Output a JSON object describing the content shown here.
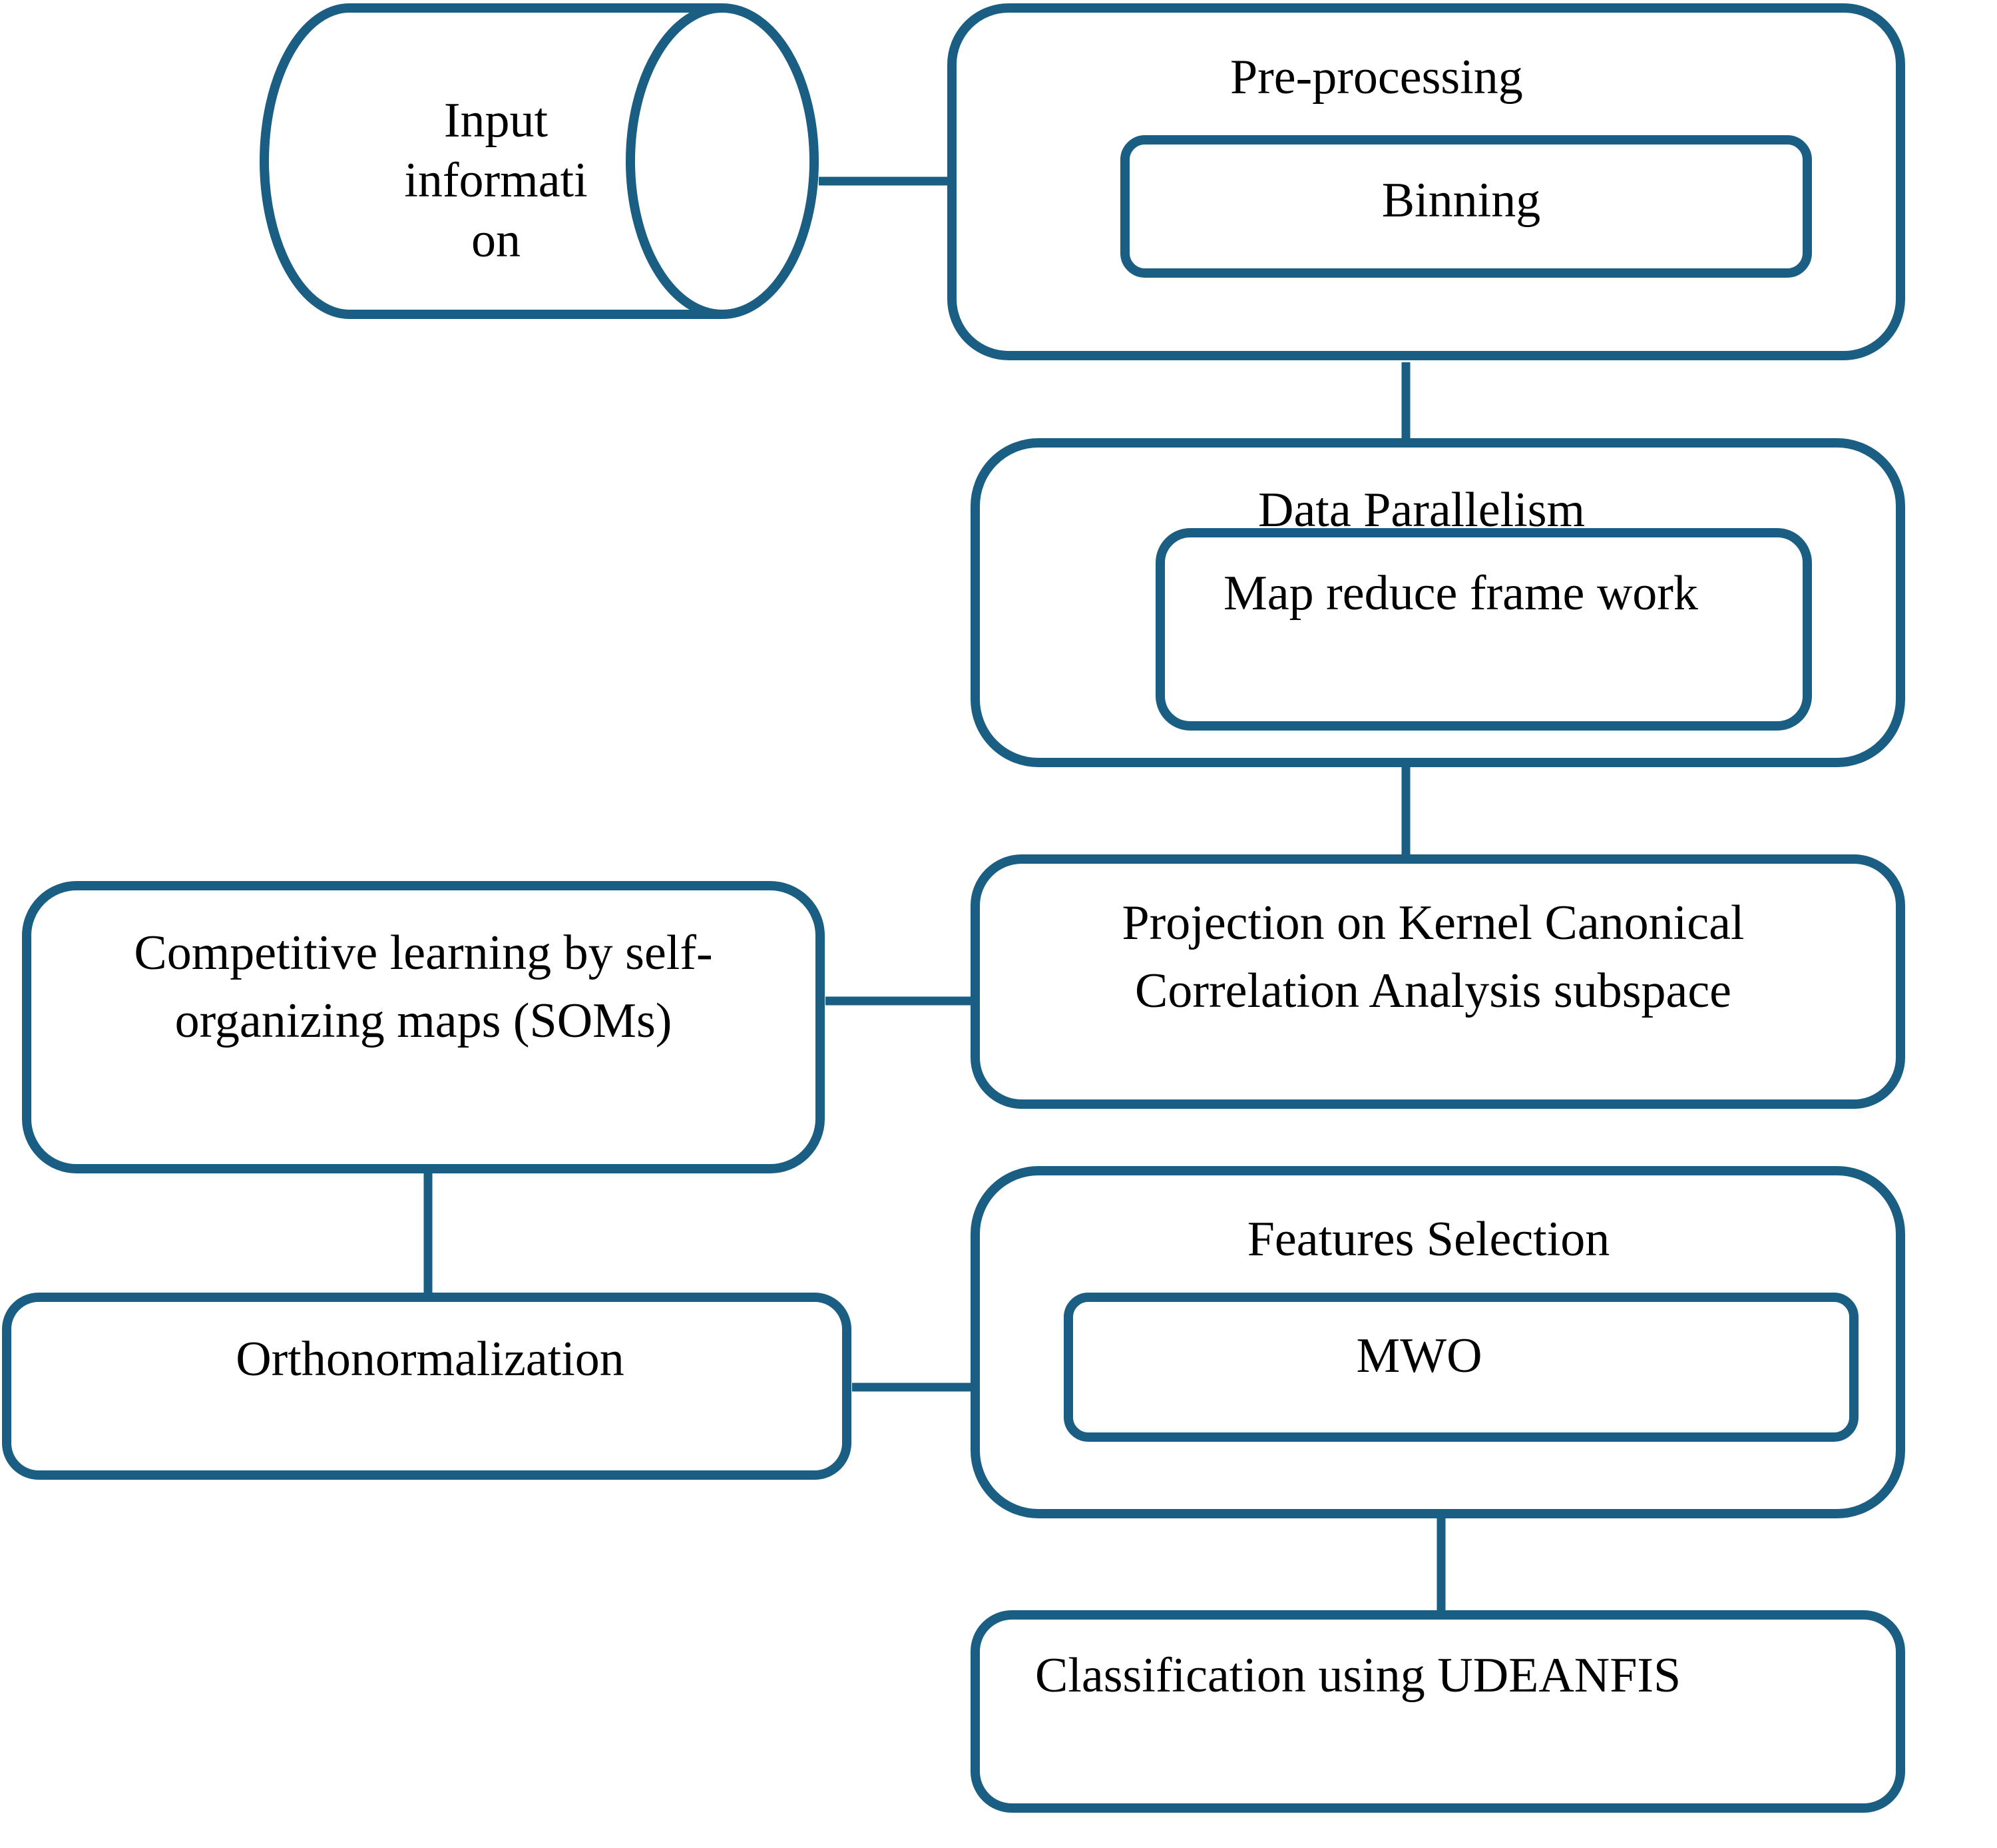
{
  "colors": {
    "stroke": "#1a5f83",
    "text": "#000000",
    "background": "#ffffff"
  },
  "input": {
    "line1": "Input",
    "line2": "informati",
    "line3": "on"
  },
  "preprocessing": {
    "title": "Pre-processing",
    "inner": "Binning"
  },
  "parallelism": {
    "title": "Data Parallelism",
    "inner": "Map reduce frame work"
  },
  "projection": {
    "line1": "Projection on Kernel Canonical",
    "line2": "Correlation Analysis subspace"
  },
  "som": {
    "line1": "Competitive learning by self-",
    "line2": "organizing maps (SOMs)"
  },
  "ortho": {
    "label": "Orthonormalization"
  },
  "features": {
    "title": "Features Selection",
    "inner": "MWO"
  },
  "classification": {
    "label": "Classification using UDEANFIS"
  }
}
